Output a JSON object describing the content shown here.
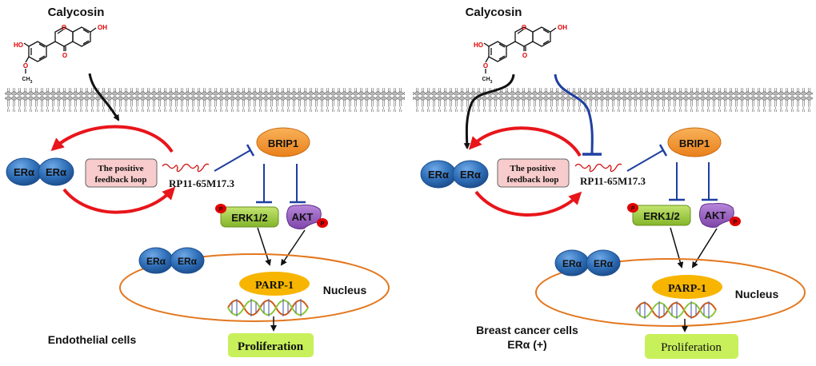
{
  "panels": [
    {
      "id": "left",
      "compound": {
        "name": "Calycosin",
        "atoms": {
          "ho_left": "HO",
          "oh_right": "OH",
          "ring_o": "O",
          "keto_o": "O",
          "methoxy_o": "O",
          "methyl": "CH3",
          "methyl_sub": "3"
        }
      },
      "er_dimer": [
        "ERα",
        "ERα"
      ],
      "feedback_box": [
        "The positive",
        "feedback loop"
      ],
      "lncrna": "RP11-65M17.3",
      "brip1": "BRIP1",
      "erk": "ERK1/2",
      "akt": "AKT",
      "phospho": "P",
      "nuclear_er": [
        "ERα",
        "ERα"
      ],
      "parp": "PARP-1",
      "nucleus": "Nucleus",
      "outcome": "Proliferation",
      "outcome_bold": true,
      "cell_type": [
        "Endothelial cells"
      ],
      "calycosin_inhibits_lncrna": false
    },
    {
      "id": "right",
      "compound": {
        "name": "Calycosin",
        "atoms": {
          "ho_left": "HO",
          "oh_right": "OH",
          "ring_o": "O",
          "keto_o": "O",
          "methoxy_o": "O",
          "methyl": "CH3",
          "methyl_sub": "3"
        }
      },
      "er_dimer": [
        "ERα",
        "ERα"
      ],
      "feedback_box": [
        "The positive",
        "feedback loop"
      ],
      "lncrna": "RP11-65M17.3",
      "brip1": "BRIP1",
      "erk": "ERK1/2",
      "akt": "AKT",
      "phospho": "P",
      "nuclear_er": [
        "ERα",
        "ERα"
      ],
      "parp": "PARP-1",
      "nucleus": "Nucleus",
      "outcome": "Proliferation",
      "outcome_bold": false,
      "cell_type": [
        "Breast cancer cells",
        "ERα (+)"
      ],
      "calycosin_inhibits_lncrna": true
    }
  ],
  "colors": {
    "activation_arrow": "#111111",
    "inhibition": "#1f3fa0",
    "feedback_arrow": "#e8151b",
    "er_blue": "#2f6fb8",
    "brip1_orange": "#f29327",
    "erk_green": "#9ccc3c",
    "akt_purple": "#9a5cc0",
    "phospho_red": "#e00000",
    "parp_yellow": "#f7b500",
    "nucleus_outline": "#e3771e",
    "proliferation_green": "#c8f05a",
    "feedback_box_fill": "#f8cccc",
    "lncrna_red": "#d01010",
    "atom_red": "#e00000"
  }
}
